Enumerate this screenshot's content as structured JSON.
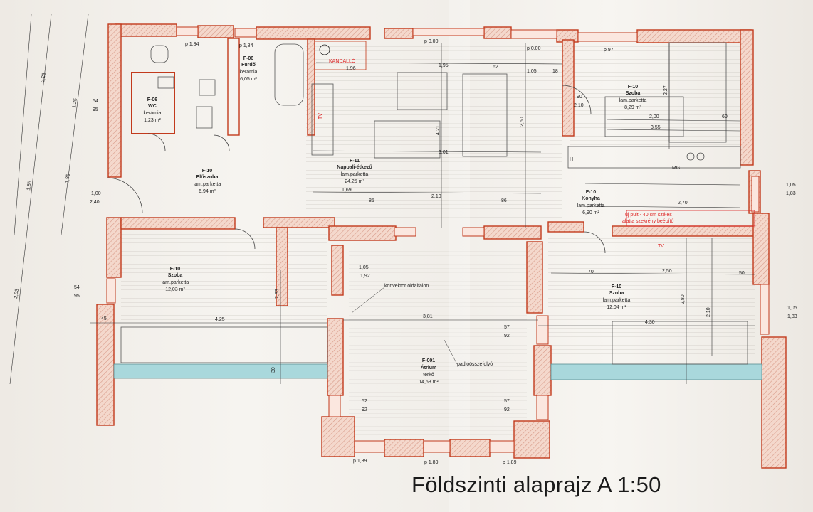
{
  "rooms": [
    {
      "id": "wc",
      "code": "F-06",
      "name": "WC",
      "floor": "kerámia",
      "area": "1,23 m²"
    },
    {
      "id": "furdo",
      "code": "F-06",
      "name": "Fürdő",
      "floor": "kerámia",
      "area": "6,05 m²"
    },
    {
      "id": "eloszoba",
      "code": "F-10",
      "name": "Előszoba",
      "floor": "lam.parketta",
      "area": "6,94 m²"
    },
    {
      "id": "nappali",
      "code": "F-11",
      "name": "Nappali-étkező",
      "floor": "lam.parketta",
      "area": "24,25 m²"
    },
    {
      "id": "szoba_ne",
      "code": "F-10",
      "name": "Szoba",
      "floor": "lam.parketta",
      "area": "8,29 m²"
    },
    {
      "id": "konyha",
      "code": "F-10",
      "name": "Konyha",
      "floor": "lam.parketta",
      "area": "6,90 m²"
    },
    {
      "id": "szoba_w",
      "code": "F-10",
      "name": "Szoba",
      "floor": "lam.parketta",
      "area": "12,03 m²"
    },
    {
      "id": "atrium",
      "code": "F-001",
      "name": "Átrium",
      "floor": "térkő",
      "area": "14,63 m²"
    },
    {
      "id": "szoba_e",
      "code": "F-10",
      "name": "Szoba",
      "floor": "lam.parketta",
      "area": "12,04 m²"
    }
  ],
  "labels": {
    "kandallo": "KANDALLÓ",
    "tv1": "TV",
    "tv2": "TV",
    "h": "H",
    "mg": "MG",
    "note_line1": "új pult - 40 cm széles",
    "note_line2": "alatta szekrény beépítő",
    "konvektor": "konvektor oldalfalon",
    "padlo": "padlóösszefolyó"
  },
  "dimensions": {
    "d_4_25": "4,25",
    "d_3_81": "3,81",
    "d_4_30": "4,30",
    "d_3_01": "3,01",
    "d_2_83": "2,83",
    "d_2_83b": "2,83",
    "d_4_21": "4,21",
    "d_2_60": "2,60",
    "d_2_27": "2,27",
    "d_3_55": "3,55",
    "d_2_00": "2,00",
    "d_2_70": "2,70",
    "d_2_50": "2,50",
    "d_2_80": "2,80",
    "d_2_10": "2,10",
    "d_1_85": "1,85",
    "d_1_85b": "1,85",
    "d_2_23": "2,23",
    "d_1_25": "1,25",
    "d_2_83c": "2,83",
    "d_1_05": "1,05",
    "d_1_83": "1,83",
    "d_1_05b": "1,05",
    "d_1_83b": "1,83",
    "d_1_00": "1,00",
    "d_2_40": "2,40",
    "d_54": "54",
    "d_95": "95",
    "d_54b": "54",
    "d_95b": "95",
    "d_1_05c": "1,05",
    "d_1_92": "1,92",
    "d_57": "57",
    "d_92": "92",
    "d_52": "52",
    "d_92b": "92",
    "d_57b": "57",
    "d_92c": "92",
    "d_85": "85",
    "d_86": "86",
    "d_1_69": "1,69",
    "d_2_10b": "2,10",
    "d_p_1_84": "p 1,84",
    "d_p_1_84b": "p 1,84",
    "d_p_0_00": "p 0,00",
    "d_p_0_00b": "p 0,00",
    "d_p_97": "p 97",
    "d_p_1_89": "p 1,89",
    "d_p_1_89b": "p 1,89",
    "d_p_1_89c": "p 1,89",
    "d_1_95": "1,95",
    "d_1_96": "1,96",
    "d_62": "62",
    "d_1_05d": "1,05",
    "d_18": "18",
    "d_45": "45",
    "d_30": "30",
    "d_90": "90",
    "d_2_10c": "2,10",
    "d_70": "70",
    "d_50": "50",
    "d_60": "60"
  },
  "caption": {
    "text": "Földszinti alaprajz A 1:50"
  },
  "colors": {
    "wall_outline": "#c23a1c",
    "wall_fill": "#f2d3c6",
    "glass": "#a9d8dc",
    "dim_line": "#333333",
    "note": "#e02020"
  }
}
